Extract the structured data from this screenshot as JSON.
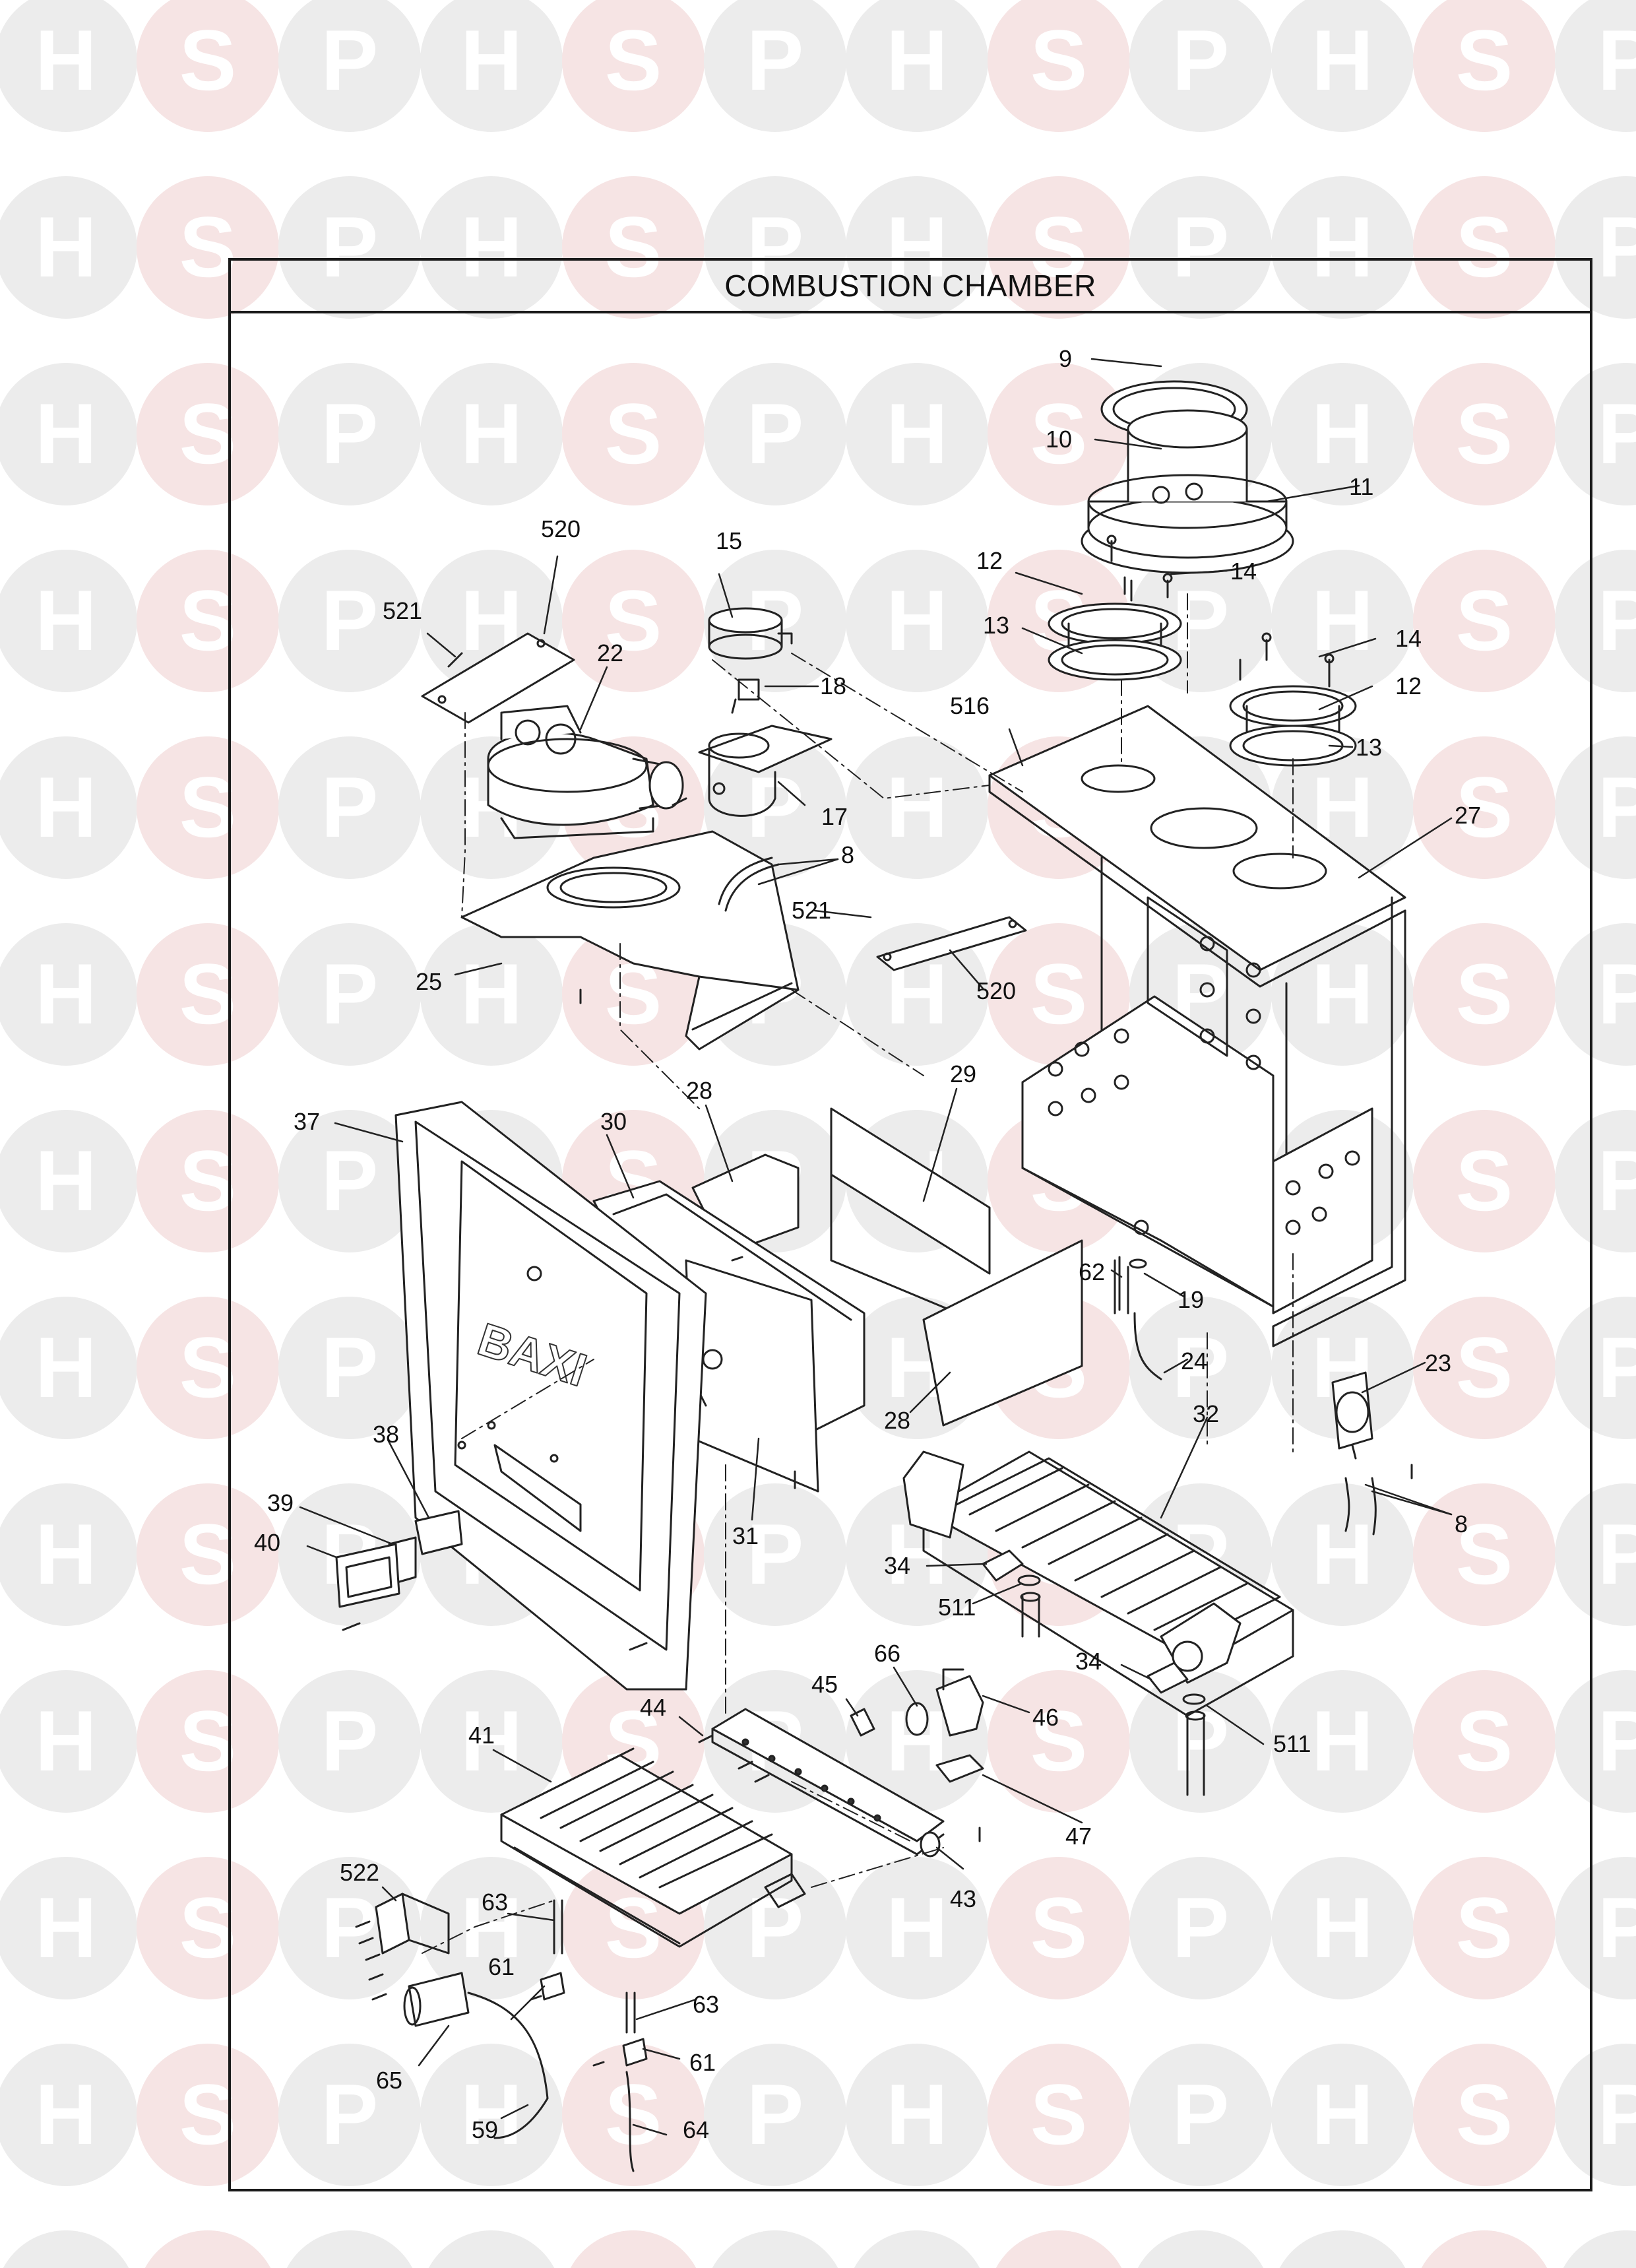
{
  "title": "COMBUSTION CHAMBER",
  "watermark": {
    "letters": [
      "H",
      "S",
      "P"
    ],
    "circle_color": "#ececec",
    "s_circle_color": "#f6e4e4",
    "letter_color": "#ffffff"
  },
  "parts": {
    "front_panel": {
      "brand": "BAXI"
    }
  },
  "callouts": [
    "9",
    "10",
    "11",
    "14",
    "12",
    "13",
    "14",
    "12",
    "13",
    "520",
    "521",
    "15",
    "18",
    "22",
    "516",
    "17",
    "27",
    "8",
    "521",
    "25",
    "520",
    "28",
    "29",
    "37",
    "30",
    "62",
    "19",
    "24",
    "23",
    "28",
    "32",
    "38",
    "39",
    "40",
    "31",
    "8",
    "34",
    "511",
    "66",
    "34",
    "45",
    "46",
    "44",
    "41",
    "511",
    "47",
    "43",
    "522",
    "63",
    "61",
    "63",
    "65",
    "61",
    "59",
    "64"
  ]
}
